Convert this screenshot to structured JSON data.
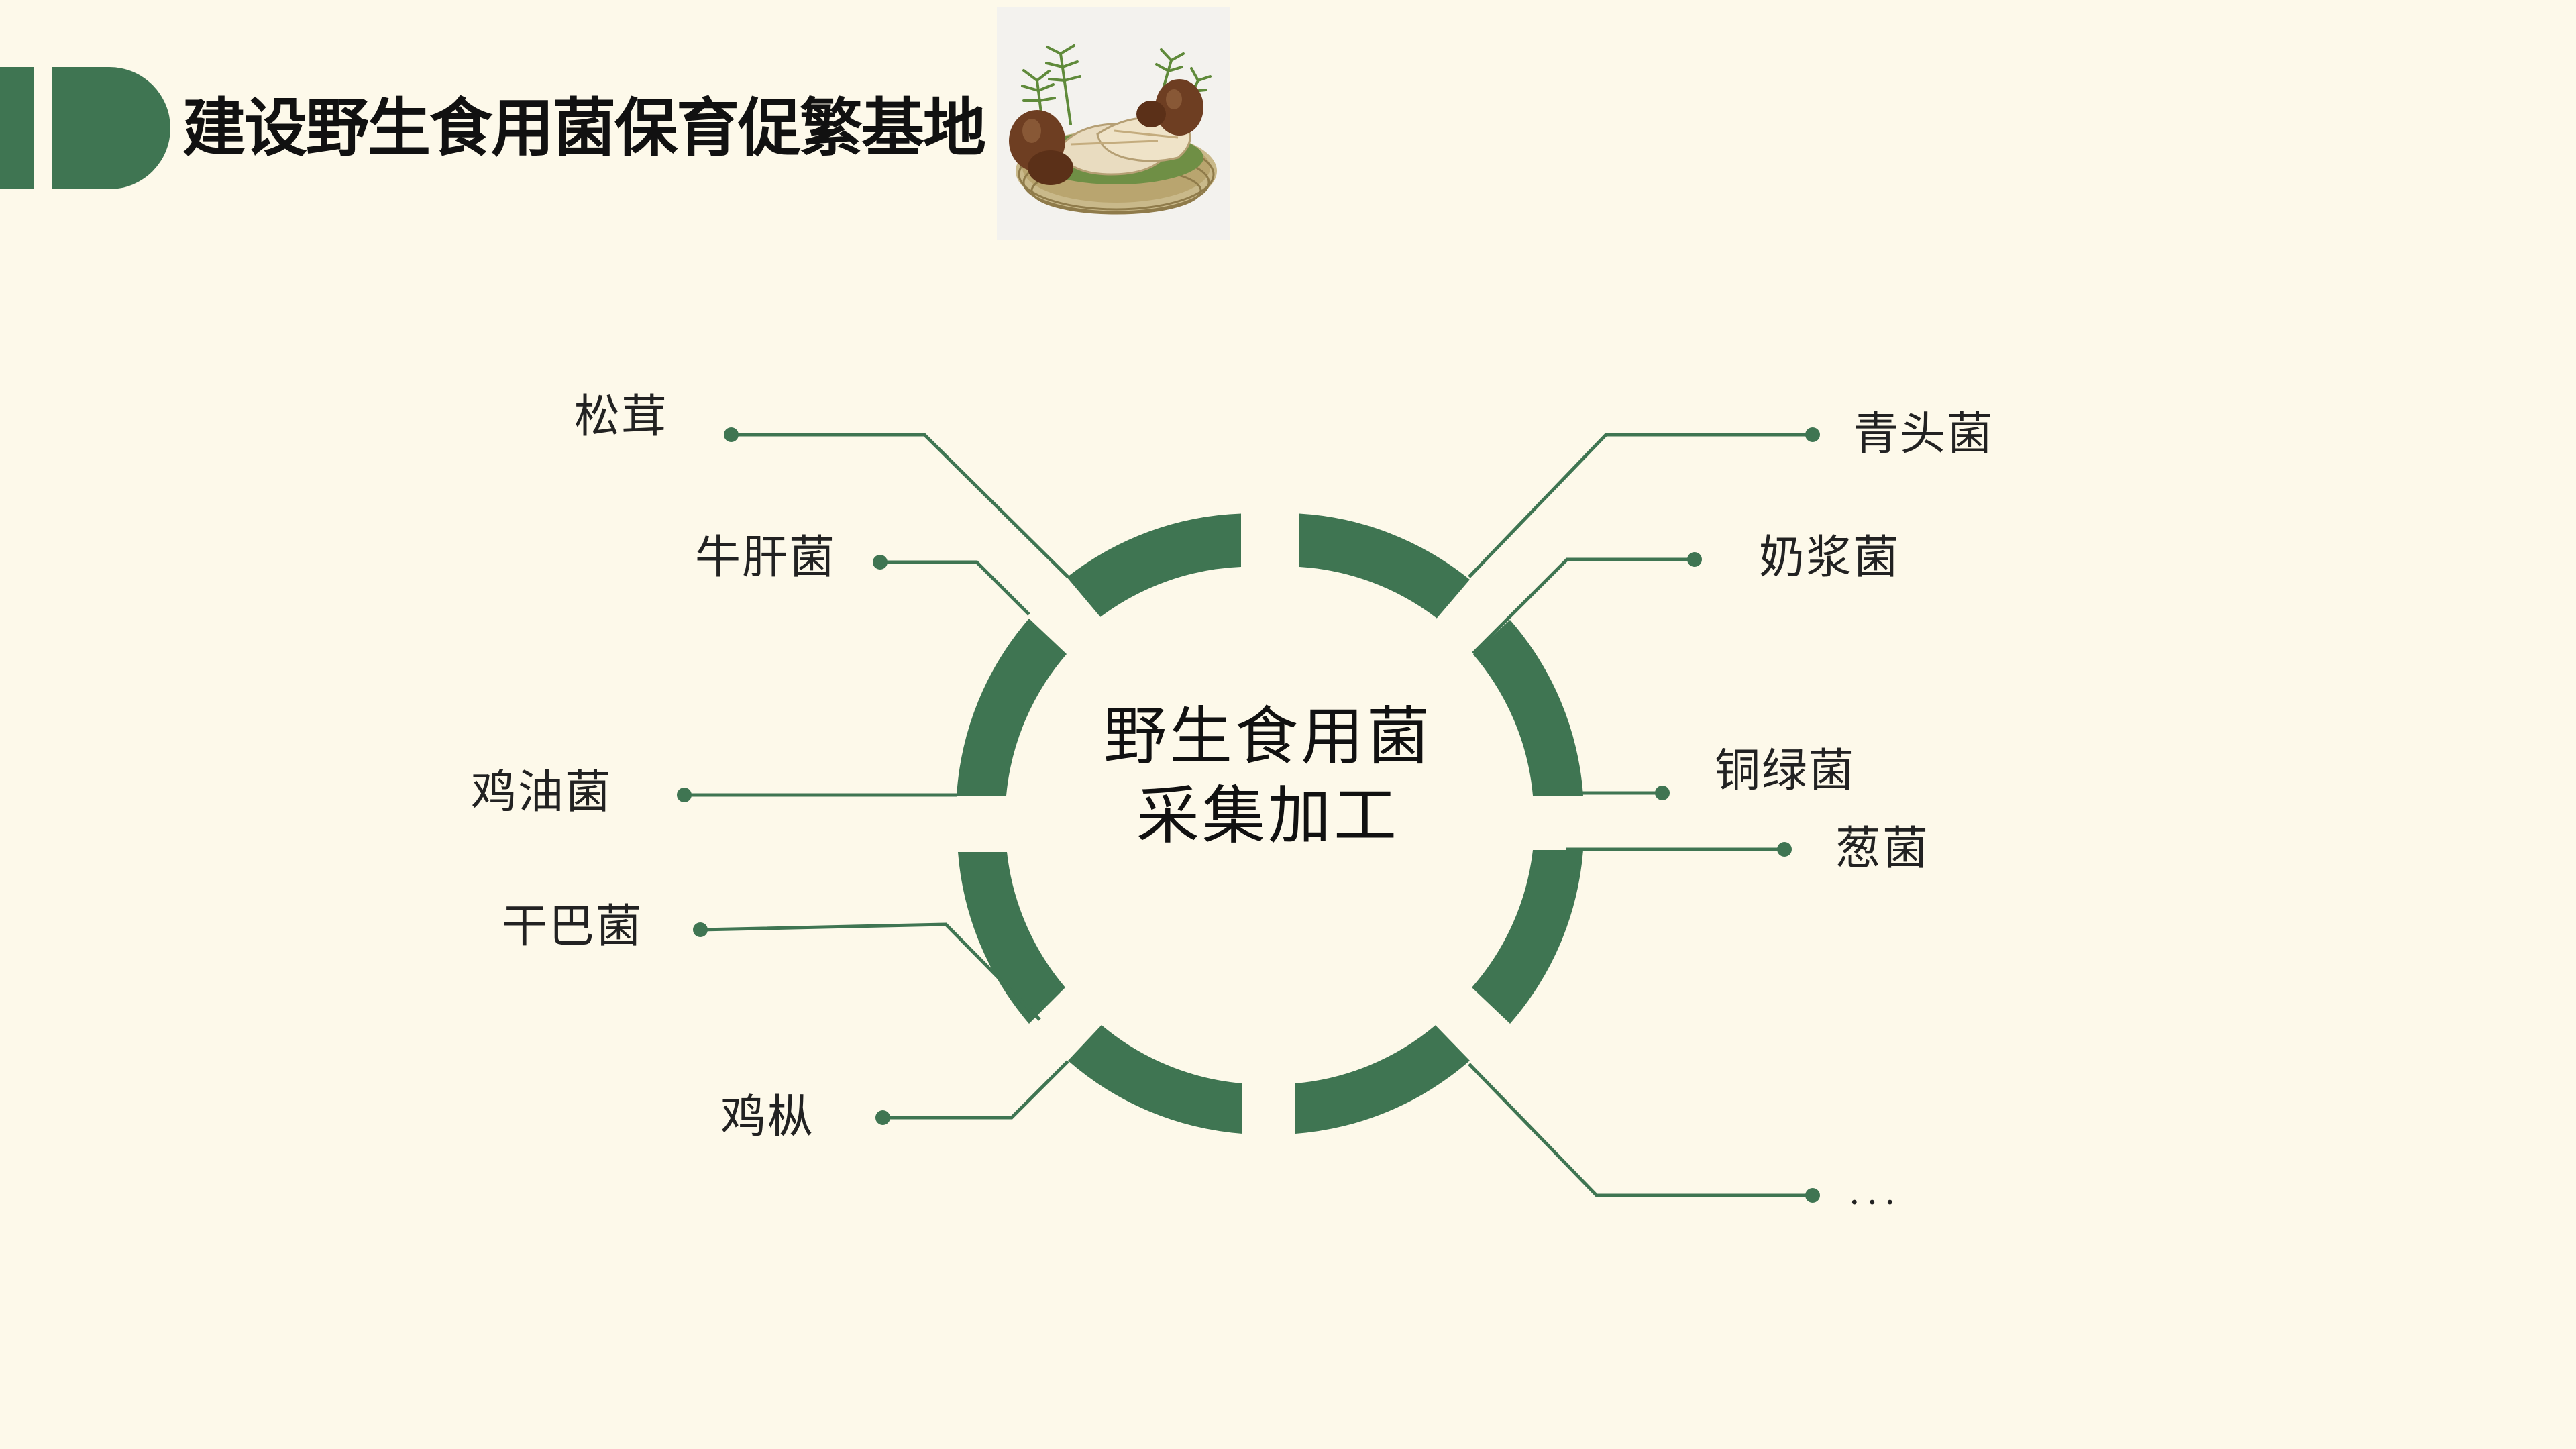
{
  "title": "建设野生食用菌保育促繁基地",
  "center": {
    "line1": "野生食用菌",
    "line2": "采集加工"
  },
  "labels": {
    "left": [
      "松茸",
      "牛肝菌",
      "鸡油菌",
      "干巴菌",
      "鸡枞"
    ],
    "right": [
      "青头菌",
      "奶浆菌",
      "铜绿菌",
      "葱菌",
      "..."
    ]
  },
  "colors": {
    "accent": "#3f7552",
    "background": "#fdf9ea"
  }
}
